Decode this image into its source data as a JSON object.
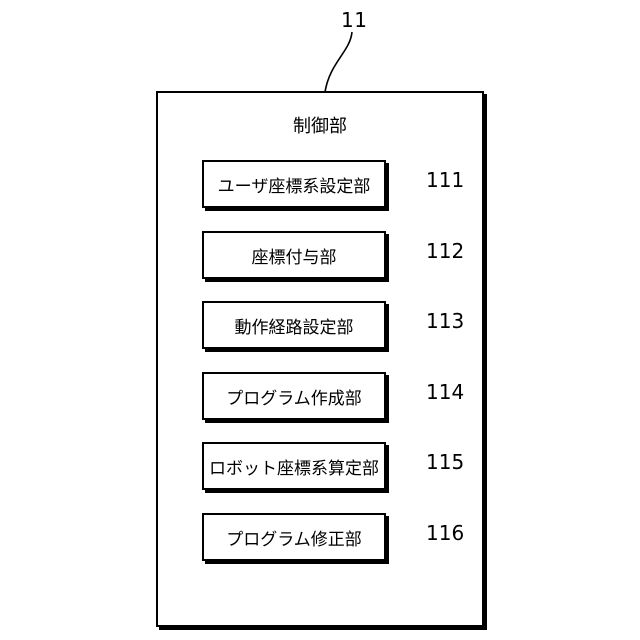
{
  "figure": {
    "ref": "11",
    "title": "制御部",
    "blocks": [
      {
        "label": "ユーザ座標系設定部",
        "ref": "111"
      },
      {
        "label": "座標付与部",
        "ref": "112"
      },
      {
        "label": "動作経路設定部",
        "ref": "113"
      },
      {
        "label": "プログラム作成部",
        "ref": "114"
      },
      {
        "label": "ロボット座標系算定部",
        "ref": "115"
      },
      {
        "label": "プログラム修正部",
        "ref": "116"
      }
    ]
  }
}
